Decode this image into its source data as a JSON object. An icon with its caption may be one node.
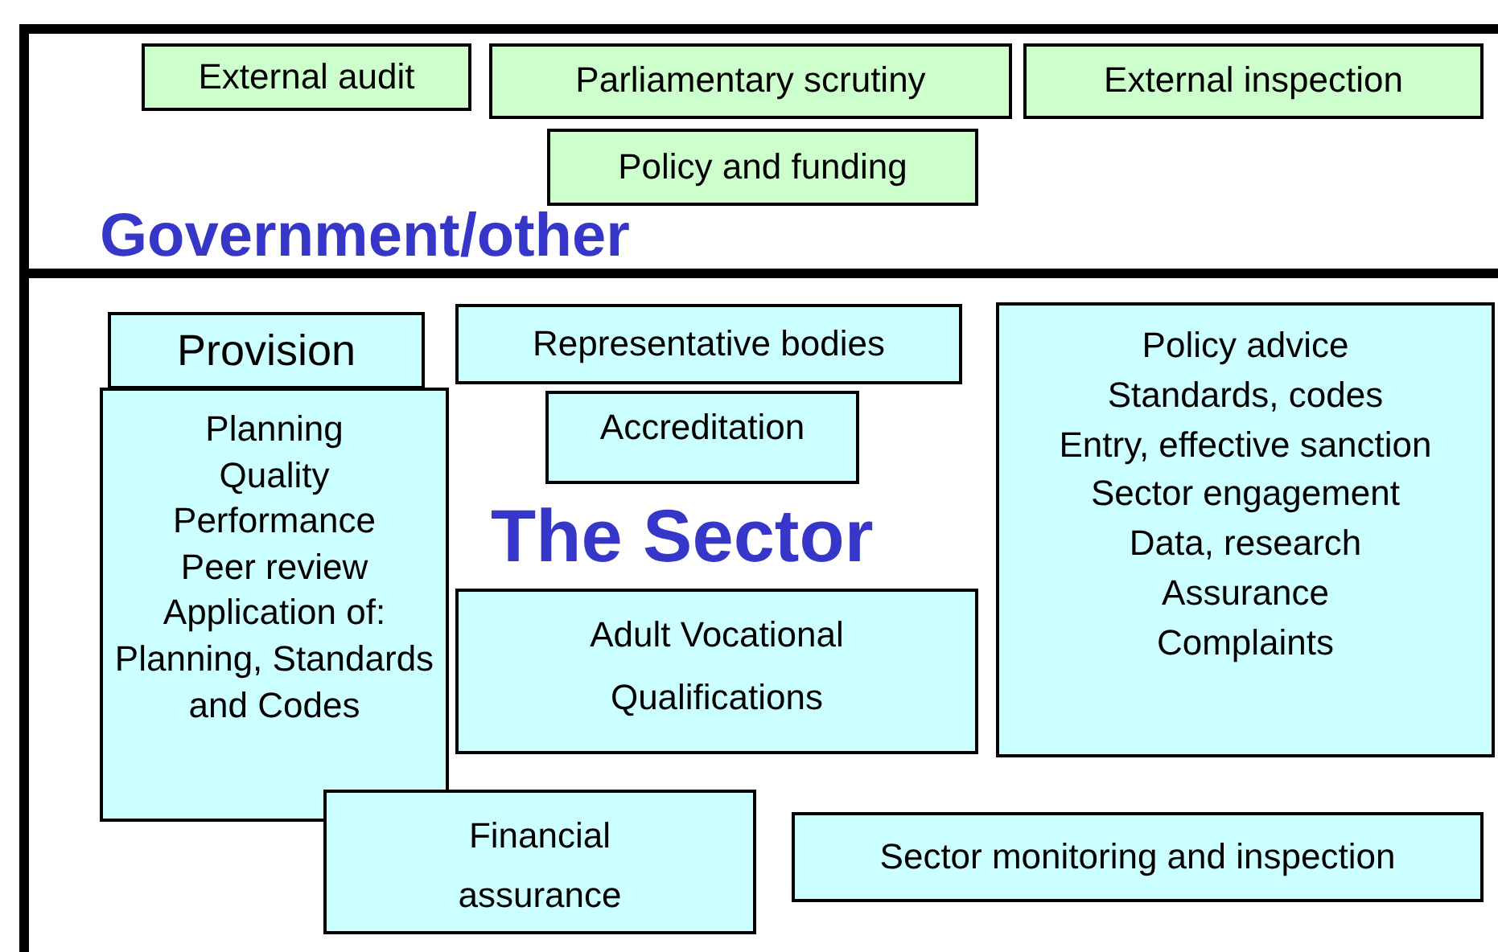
{
  "diagram": {
    "nodes": [
      {
        "text": [
          "Government/other"
        ]
      },
      {
        "text": [
          "External audit"
        ],
        "in": 0
      },
      {
        "text": [
          "Parliamentary scrutiny"
        ],
        "in": 0
      },
      {
        "text": [
          "External inspection"
        ],
        "in": 0
      },
      {
        "text": [
          "Policy and funding"
        ],
        "in": 0
      },
      {
        "text": [
          "The Sector"
        ]
      },
      {
        "text": [
          "Provision"
        ],
        "in": 5
      },
      {
        "text": [
          "Planning",
          "Quality",
          "Performance",
          "Peer review",
          "Application of: Planning, Standards and Codes"
        ],
        "in": 5
      },
      {
        "text": [
          "Representative bodies"
        ],
        "in": 5
      },
      {
        "text": [
          "Accreditation"
        ],
        "in": 5
      },
      {
        "text": [
          "Adult Vocational Qualifications"
        ],
        "in": 5
      },
      {
        "text": [
          "Policy advice",
          "Standards, codes",
          "Entry, effective sanction",
          "Sector engagement",
          "Data, research",
          "Assurance",
          "Complaints"
        ],
        "in": 5
      },
      {
        "text": [
          "Financial assurance"
        ],
        "in": 5
      },
      {
        "text": [
          "Sector monitoring and inspection"
        ],
        "in": 5
      }
    ]
  }
}
